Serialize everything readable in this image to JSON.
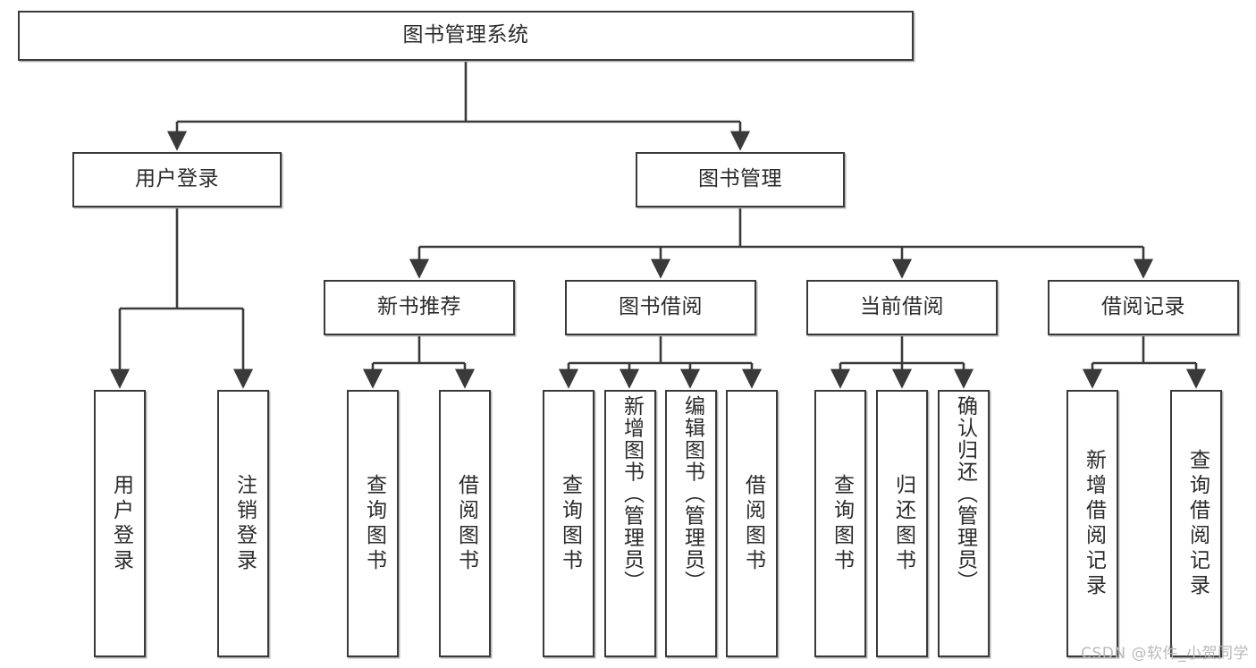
{
  "diagram": {
    "title": "图书管理系统",
    "type": "tree-hierarchy",
    "root": {
      "id": "root",
      "label": "图书管理系统"
    },
    "level1": [
      {
        "id": "user-login",
        "label": "用户登录"
      },
      {
        "id": "book-manage",
        "label": "图书管理"
      }
    ],
    "level2": [
      {
        "id": "new-book-rec",
        "label": "新书推荐",
        "parent": "book-manage"
      },
      {
        "id": "book-borrow",
        "label": "图书借阅",
        "parent": "book-manage"
      },
      {
        "id": "current-borrow",
        "label": "当前借阅",
        "parent": "book-manage"
      },
      {
        "id": "borrow-record",
        "label": "借阅记录",
        "parent": "book-manage"
      }
    ],
    "leaves": [
      {
        "id": "leaf-user-login",
        "label": "用户登录",
        "parent": "user-login"
      },
      {
        "id": "leaf-user-logout",
        "label": "注销登录",
        "parent": "user-login"
      },
      {
        "id": "leaf-query-book-1",
        "label": "查询图书",
        "parent": "new-book-rec"
      },
      {
        "id": "leaf-borrow-book-1",
        "label": "借阅图书",
        "parent": "new-book-rec"
      },
      {
        "id": "leaf-query-book-2",
        "label": "查询图书",
        "parent": "book-borrow"
      },
      {
        "id": "leaf-add-book",
        "label": "新增图书（管理员）",
        "parent": "book-borrow"
      },
      {
        "id": "leaf-edit-book",
        "label": "编辑图书（管理员）",
        "parent": "book-borrow"
      },
      {
        "id": "leaf-borrow-book-2",
        "label": "借阅图书",
        "parent": "book-borrow"
      },
      {
        "id": "leaf-query-book-3",
        "label": "查询图书",
        "parent": "current-borrow"
      },
      {
        "id": "leaf-return-book",
        "label": "归还图书",
        "parent": "current-borrow"
      },
      {
        "id": "leaf-confirm-return",
        "label": "确认归还（管理员）",
        "parent": "current-borrow"
      },
      {
        "id": "leaf-add-record",
        "label": "新增借阅记录",
        "parent": "borrow-record"
      },
      {
        "id": "leaf-query-record",
        "label": "查询借阅记录",
        "parent": "borrow-record"
      }
    ],
    "watermark": "CSDN @软件_小贺同学",
    "colors": {
      "stroke": "#3a3a3a",
      "text": "#2b2b2b",
      "background": "#ffffff",
      "watermark": "#b9b9b9"
    }
  }
}
